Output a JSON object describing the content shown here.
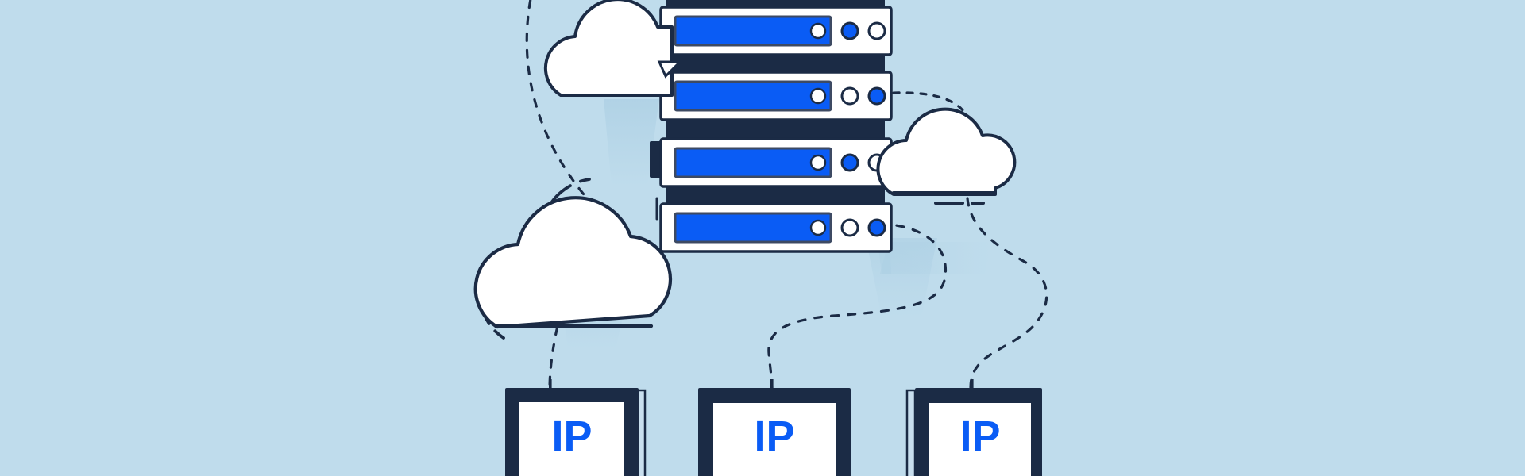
{
  "illustration": {
    "title": "Cloud servers distributing dedicated IP addresses",
    "background_color": "#bfdcec",
    "ink_color": "#1b2b45",
    "accent_color": "#0a5cf5",
    "surface_color": "#ffffff",
    "shadow_color": "#a9cde2"
  },
  "server_rack": {
    "name": "server-rack",
    "chassis_color": "#1b2b45",
    "unit_face_color": "#ffffff",
    "units": [
      {
        "id": "server-unit-1",
        "bar_label": "",
        "bar_color": "#0a5cf5",
        "bar_knob_color": "#ffffff",
        "lights": [
          {
            "name": "led-1",
            "state": "on",
            "color": "#0a5cf5"
          },
          {
            "name": "led-2",
            "state": "off",
            "color": "#ffffff"
          }
        ],
        "side_tab": "none"
      },
      {
        "id": "server-unit-2",
        "bar_label": "",
        "bar_color": "#0a5cf5",
        "bar_knob_color": "#ffffff",
        "lights": [
          {
            "name": "led-1",
            "state": "off",
            "color": "#ffffff"
          },
          {
            "name": "led-2",
            "state": "on",
            "color": "#0a5cf5"
          }
        ],
        "side_tab": "right"
      },
      {
        "id": "server-unit-3",
        "bar_label": "",
        "bar_color": "#0a5cf5",
        "bar_knob_color": "#ffffff",
        "lights": [
          {
            "name": "led-1",
            "state": "on",
            "color": "#0a5cf5"
          },
          {
            "name": "led-2",
            "state": "off",
            "color": "#ffffff"
          }
        ],
        "side_tab": "left"
      },
      {
        "id": "server-unit-4",
        "bar_label": "",
        "bar_color": "#0a5cf5",
        "bar_knob_color": "#ffffff",
        "lights": [
          {
            "name": "led-1",
            "state": "off",
            "color": "#ffffff"
          },
          {
            "name": "led-2",
            "state": "on",
            "color": "#0a5cf5"
          }
        ],
        "side_tab": "right"
      }
    ]
  },
  "clouds": [
    {
      "id": "cloud-top-left",
      "decor": "none"
    },
    {
      "id": "cloud-right",
      "decor": "arc-and-dashes"
    },
    {
      "id": "cloud-large-left",
      "decor": "arcs"
    }
  ],
  "devices": [
    {
      "id": "ip-device-1",
      "label": "IP",
      "label_color": "#0a5cf5"
    },
    {
      "id": "ip-device-2",
      "label": "IP",
      "label_color": "#0a5cf5"
    },
    {
      "id": "ip-device-3",
      "label": "IP",
      "label_color": "#0a5cf5"
    }
  ],
  "connectors": [
    {
      "id": "connector-top-to-large-cloud",
      "style": "dashed"
    },
    {
      "id": "connector-unit2-to-right-cloud",
      "style": "dashed"
    },
    {
      "id": "connector-large-cloud-to-device1",
      "style": "dashed"
    },
    {
      "id": "connector-unit4-to-device2",
      "style": "dashed"
    },
    {
      "id": "connector-right-cloud-to-device3",
      "style": "dashed"
    },
    {
      "id": "connector-right-cloud-underline",
      "style": "dashed"
    }
  ]
}
